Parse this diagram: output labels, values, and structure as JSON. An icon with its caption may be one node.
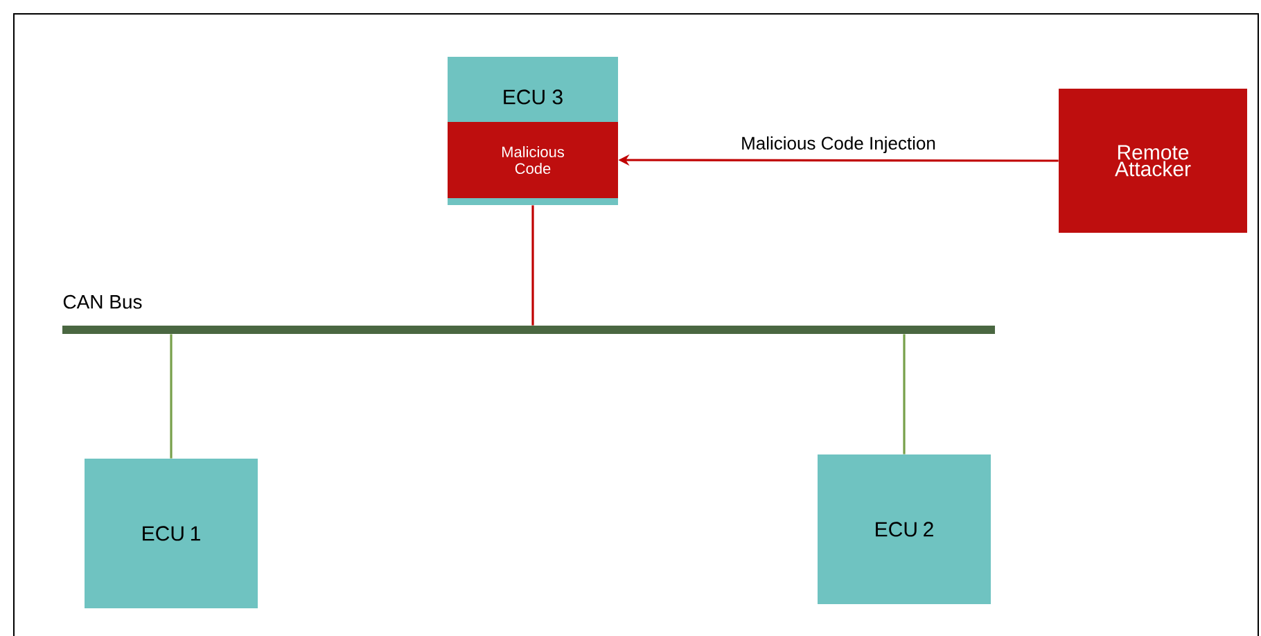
{
  "diagram": {
    "nodes": [
      {
        "text": [
          "ECU 3"
        ]
      },
      {
        "text": [
          "Malicious Code"
        ],
        "in": 0
      },
      {
        "text": [
          "Remote Attacker"
        ]
      },
      {
        "text": [
          "CAN Bus"
        ]
      },
      {
        "text": [
          "ECU 1"
        ]
      },
      {
        "text": [
          "ECU 2"
        ]
      }
    ],
    "edges": [
      {
        "from": 2,
        "to": 1,
        "arrow": "to",
        "label": "Malicious Code Injection",
        "color": "#c00000"
      },
      {
        "from": 0,
        "to": 3,
        "arrow": "none",
        "color": "#c00000"
      },
      {
        "from": 3,
        "to": 4,
        "arrow": "none",
        "color": "#77a04a"
      },
      {
        "from": 3,
        "to": 5,
        "arrow": "none",
        "color": "#77a04a"
      }
    ]
  }
}
